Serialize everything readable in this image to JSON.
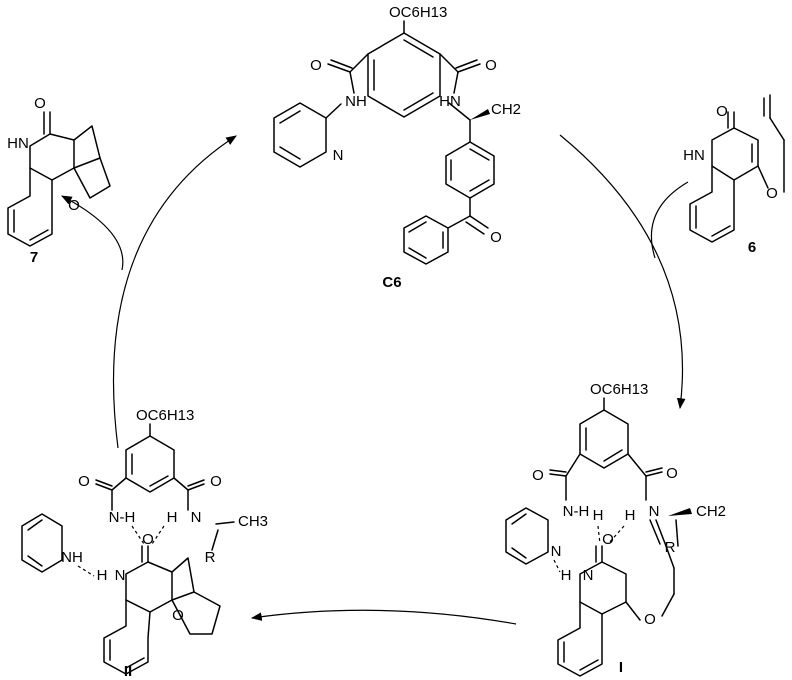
{
  "compounds": {
    "c6": {
      "label": "C6",
      "substituent": "OC6H13",
      "o1": "O",
      "o2": "O",
      "o3": "O",
      "nh1": "NH",
      "nh2": "HN",
      "n_pyr": "N",
      "ch2": "CH2"
    },
    "s6": {
      "label": "6",
      "hn": "HN",
      "o_carbonyl": "O",
      "o_ether": "O"
    },
    "s7": {
      "label": "7",
      "hn": "HN",
      "o_carbonyl": "O",
      "o_ring": "O"
    },
    "int1": {
      "label": "I",
      "substituent": "OC6H13",
      "o1": "O",
      "o2": "O",
      "o3": "O",
      "nh1": "N-H",
      "h1": "H",
      "h2": "H",
      "n2": "N",
      "n_pyr": "N",
      "h3": "H",
      "n_quin": "N",
      "r": "R",
      "ch2": "CH2",
      "o_ether": "O"
    },
    "int2": {
      "label": "II",
      "substituent": "OC6H13",
      "o1": "O",
      "o2": "O",
      "o3": "O",
      "nh1": "N-H",
      "h2": "H",
      "n2": "N",
      "nh_pyr": "NH",
      "h3": "H",
      "n_quin": "N",
      "r": "R",
      "ch3": "CH3",
      "o_ring": "O"
    }
  }
}
